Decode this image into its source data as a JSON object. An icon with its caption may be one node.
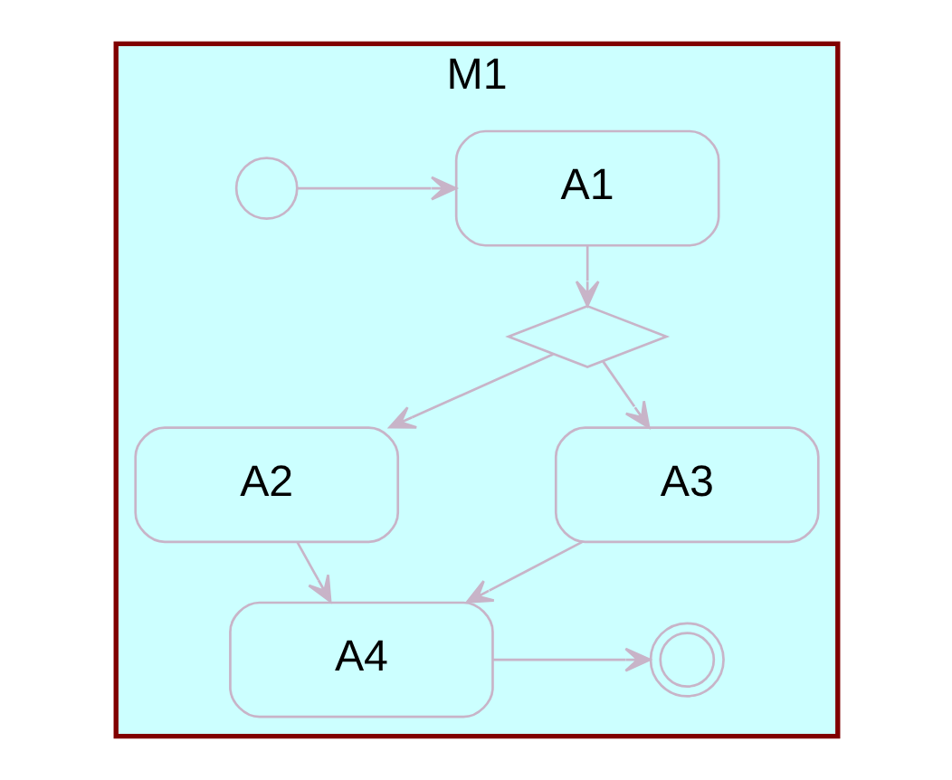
{
  "diagram": {
    "nodes": [
      {
        "text": [
          "M1"
        ]
      },
      {
        "text": [],
        "shape": "circle",
        "in": 0
      },
      {
        "text": [
          "A1"
        ],
        "in": 0
      },
      {
        "text": [],
        "shape": "diamond",
        "in": 0
      },
      {
        "text": [
          "A2"
        ],
        "in": 0
      },
      {
        "text": [
          "A3"
        ],
        "in": 0
      },
      {
        "text": [
          "A4"
        ],
        "in": 0
      },
      {
        "text": [],
        "shape": "doublecircle",
        "in": 0
      }
    ],
    "edges": [
      {
        "from": 1,
        "to": 2,
        "arrow": "to"
      },
      {
        "from": 2,
        "to": 3,
        "arrow": "to"
      },
      {
        "from": 3,
        "to": 4,
        "arrow": "to"
      },
      {
        "from": 3,
        "to": 5,
        "arrow": "to"
      },
      {
        "from": 4,
        "to": 6,
        "arrow": "to"
      },
      {
        "from": 5,
        "to": 6,
        "arrow": "to"
      },
      {
        "from": 6,
        "to": 7,
        "arrow": "to"
      }
    ]
  }
}
